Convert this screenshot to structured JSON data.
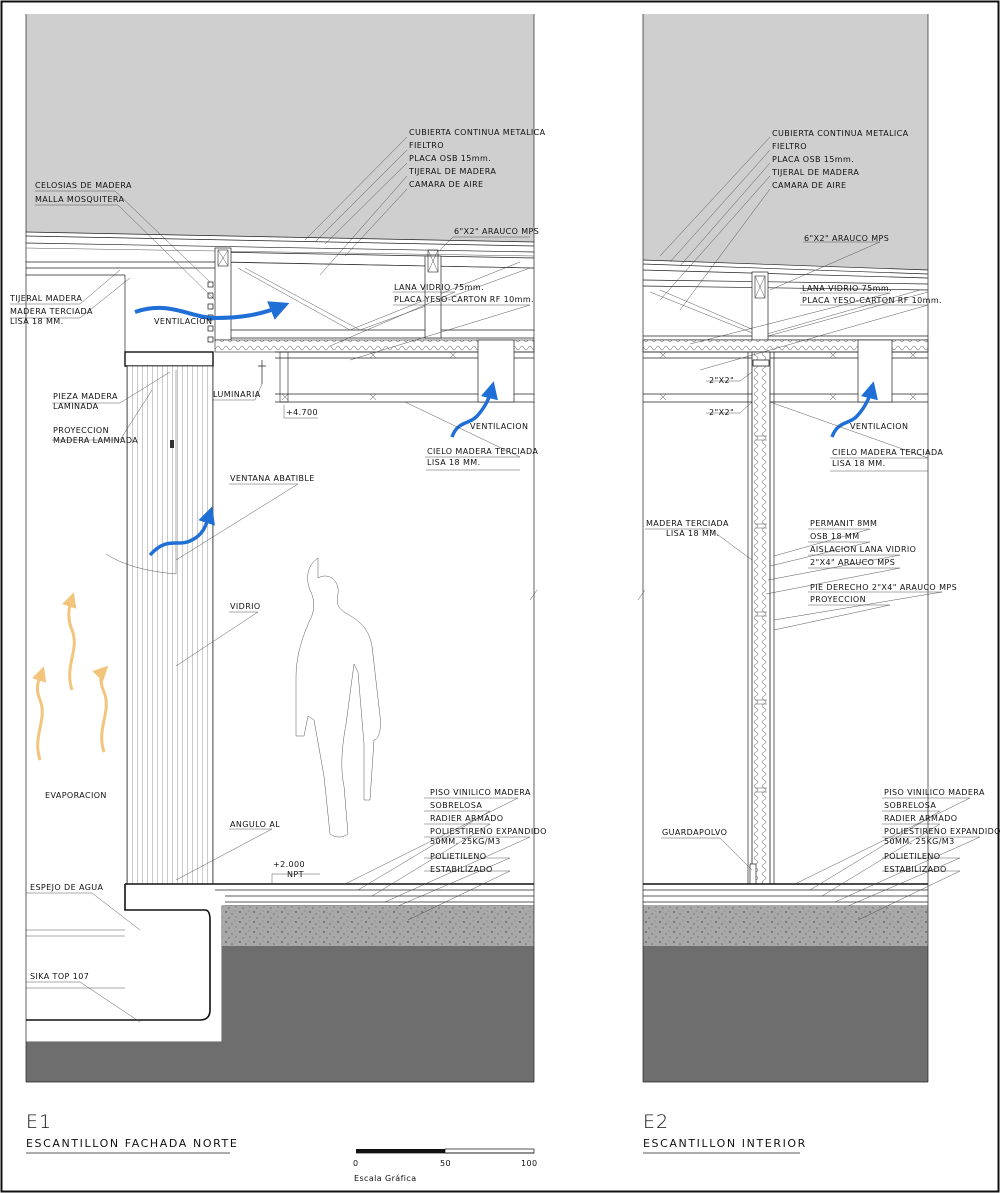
{
  "sheet": {
    "scale_label": "Escala Gráfica",
    "scale_ticks": [
      "0",
      "50",
      "100"
    ]
  },
  "e1": {
    "code": "E1",
    "title": "ESCANTILLON FACHADA NORTE",
    "labels": {
      "cubierta": "CUBIERTA CONTINUA METALICA",
      "fieltro": "FIELTRO",
      "placa_osb": "PLACA OSB 15mm.",
      "tijeral_madera_r": "TIJERAL DE MADERA",
      "camara_aire": "CAMARA DE AIRE",
      "celosias": "CELOSIAS DE MADERA",
      "malla": "MALLA MOSQUITERA",
      "arauco_6x2": "6\"X2\" ARAUCO MPS",
      "tijeral_madera_l": "TIJERAL MADERA",
      "madera_terciada_1": "MADERA TERCIADA",
      "madera_terciada_2": "LISA 18 MM.",
      "ventilacion_1": "VENTILACION",
      "lana_vidrio": "LANA VIDRIO 75mm.",
      "placa_yeso": "PLACA YESO-CARTON RF 10mm.",
      "pieza_1": "PIEZA MADERA",
      "pieza_2": "LAMINADA",
      "luminaria": "LUMINARIA",
      "nivel_4700": "+4.700",
      "proyeccion_1": "PROYECCION",
      "proyeccion_2": "MADERA LAMINADA",
      "ventilacion_2": "VENTILACION",
      "cielo_1": "CIELO MADERA TERCIADA",
      "cielo_2": "LISA 18 MM.",
      "ventana": "VENTANA ABATIBLE",
      "vidrio": "VIDRIO",
      "evaporacion": "EVAPORACION",
      "piso_vinilico": "PISO VINILICO MADERA",
      "sobrelosa": "SOBRELOSA",
      "radier": "RADIER ARMADO",
      "poliestireno_1": "POLIESTIRENO EXPANDIDO",
      "poliestireno_2": "50MM. 25KG/M3",
      "angulo": "ANGULO AL",
      "polietileno": "POLIETILENO",
      "estabilizado": "ESTABILIZADO",
      "nivel_2000": "+2.000",
      "npt": "NPT",
      "espejo": "ESPEJO DE AGUA",
      "sika": "SIKA TOP 107"
    }
  },
  "e2": {
    "code": "E2",
    "title": "ESCANTILLON INTERIOR",
    "labels": {
      "cubierta": "CUBIERTA CONTINUA METALICA",
      "fieltro": "FIELTRO",
      "placa_osb": "PLACA OSB 15mm.",
      "tijeral": "TIJERAL DE MADERA",
      "camara_aire": "CAMARA DE AIRE",
      "arauco_6x2": "6\"X2\" ARAUCO MPS",
      "lana_vidrio": "LANA VIDRIO 75mm.",
      "placa_yeso": "PLACA YESO-CARTON RF 10mm.",
      "dim_2x2_a": "2\"X2\"",
      "dim_2x2_b": "2\"X2\"",
      "ventilacion": "VENTILACION",
      "cielo_1": "CIELO MADERA TERCIADA",
      "cielo_2": "LISA 18 MM.",
      "madera_terciada_1": "MADERA TERCIADA",
      "madera_terciada_2": "LISA 18 MM.",
      "permanit": "PERMANIT 8MM",
      "osb": "OSB 18 MM",
      "aislacion": "AISLACION LANA VIDRIO",
      "arauco_2x4": "2\"X4\" ARAUCO MPS",
      "pie_derecho": "PIE DERECHO 2\"X4\" ARAUCO MPS",
      "proyeccion": "PROYECCION",
      "piso_vinilico": "PISO VINILICO MADERA",
      "sobrelosa": "SOBRELOSA",
      "radier": "RADIER ARMADO",
      "poliestireno_1": "POLIESTIRENO EXPANDIDO",
      "poliestireno_2": "50MM. 25KG/M3",
      "guardapolvo": "GUARDAPOLVO",
      "polietileno": "POLIETILENO",
      "estabilizado": "ESTABILIZADO"
    }
  },
  "colors": {
    "sky": "#cfcfcf",
    "ground": "#6e6e6e",
    "ventilation_arrow": "#1f6fd6",
    "evaporation_arrow": "#f2c47c"
  }
}
